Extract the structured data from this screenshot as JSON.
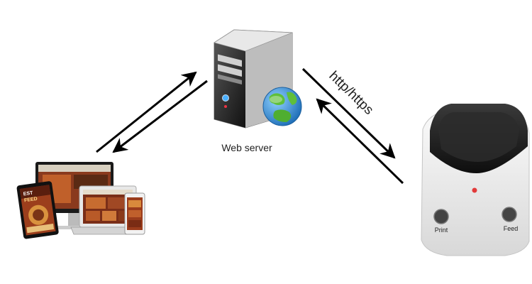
{
  "diagram": {
    "server_label": "Web server",
    "protocol_label": "http/https"
  },
  "printer": {
    "print_button_label": "Print",
    "feed_button_label": "Feed"
  },
  "devices": {
    "screen_texts": [
      "EST",
      "FEED"
    ]
  },
  "colors": {
    "arrow": "#000000",
    "server_body": "#c8c8c8",
    "server_face": "#2a2a2a",
    "globe_ocean": "#2f8fd8",
    "globe_land": "#5fbf3a",
    "printer_lid": "#1c1c1c",
    "printer_body": "#eeeeee",
    "printer_led": "#e23a3a"
  }
}
